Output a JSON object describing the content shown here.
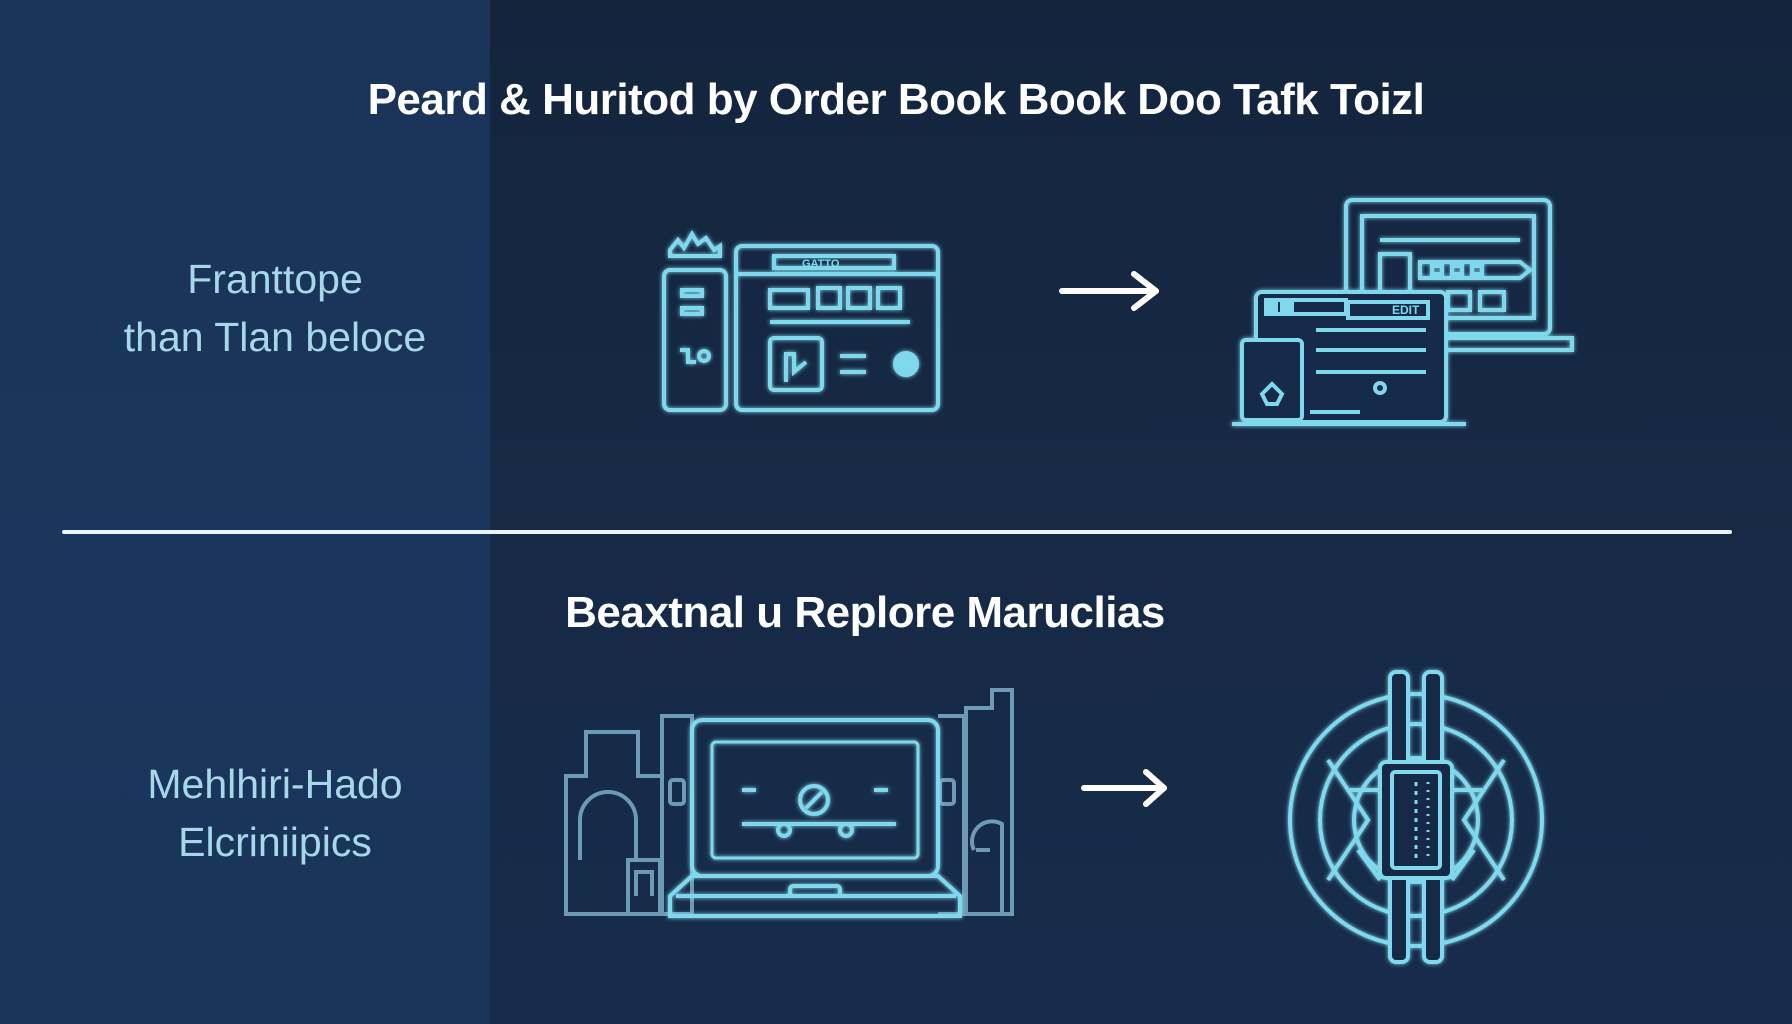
{
  "header": {
    "title": "Peard & Huritod by Order Book Book Doo Tafk Toizl"
  },
  "sections": [
    {
      "label_lines": [
        "Franttope",
        "than Tlan beloce"
      ],
      "from_icon": "terminal-dashboard-icon",
      "to_icon": "multi-device-screens-icon",
      "icon_texts": [
        "GATTO",
        "EDIT"
      ]
    },
    {
      "title": "Beaxtnal u Replore Maruclias",
      "label_lines": [
        "Mehlhiri-Hado",
        "Elcriniipics"
      ],
      "from_icon": "hardware-laptop-rack-icon",
      "to_icon": "circular-core-emblem-icon"
    }
  ],
  "colors": {
    "accent": "#7fd8ec",
    "accent_bright": "#a6ecfa",
    "muted_outline": "#6f9ab6",
    "background": "#172a45",
    "divider": "#e9f4fa"
  }
}
